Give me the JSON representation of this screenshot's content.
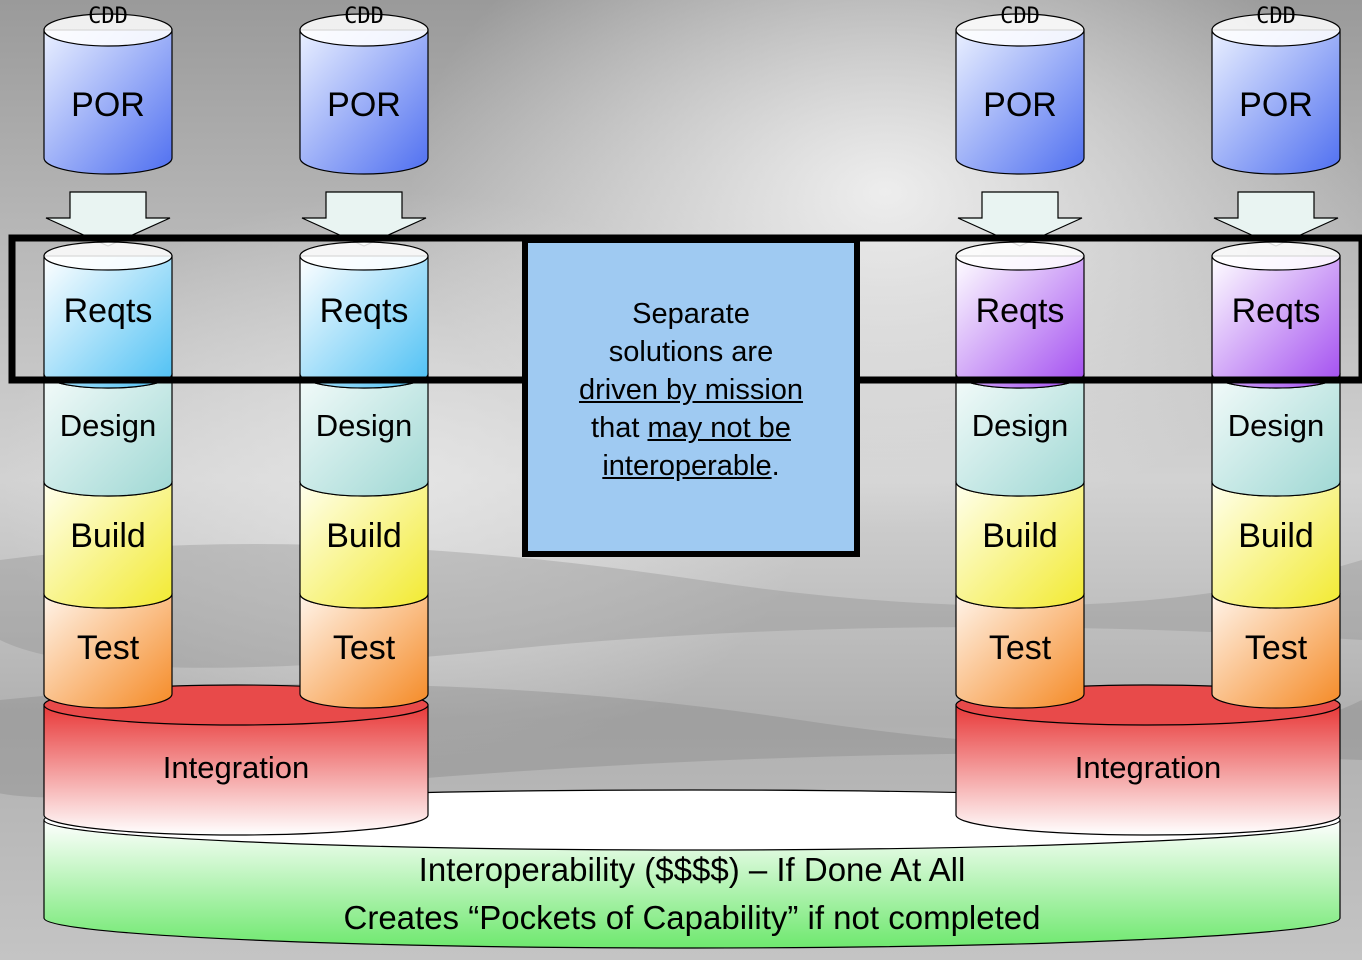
{
  "columns": [
    {
      "cdd_label": "CDD",
      "por_label": "POR",
      "reqts_label": "Reqts",
      "design_label": "Design",
      "build_label": "Build",
      "test_label": "Test"
    },
    {
      "cdd_label": "CDD",
      "por_label": "POR",
      "reqts_label": "Reqts",
      "design_label": "Design",
      "build_label": "Build",
      "test_label": "Test"
    },
    {
      "cdd_label": "CDD",
      "por_label": "POR",
      "reqts_label": "Reqts",
      "design_label": "Design",
      "build_label": "Build",
      "test_label": "Test"
    },
    {
      "cdd_label": "CDD",
      "por_label": "POR",
      "reqts_label": "Reqts",
      "design_label": "Design",
      "build_label": "Build",
      "test_label": "Test"
    }
  ],
  "integration": {
    "left_label": "Integration",
    "right_label": "Integration"
  },
  "callout": {
    "line1": "Separate",
    "line2": "solutions are",
    "line3": "driven by mission",
    "line4_prefix": "that ",
    "line4_underlined": "may not be",
    "line5_underlined": "interoperable",
    "line5_suffix": "."
  },
  "interoperability": {
    "line1": "Interoperability ($$$$) – If Done At All",
    "line2": "Creates “Pockets of Capability” if not completed"
  },
  "colors": {
    "por_top": "#eaf0ff",
    "por_bottom": "#4f6ff0",
    "reqts_blue_bottom": "#4cc0f4",
    "reqts_purple_bottom": "#a24cf0",
    "design": "#9fd8d4",
    "build": "#f2ea30",
    "test": "#f58a25",
    "integration_top": "#e83838",
    "interop": "#6ee86e",
    "callout": "#9fcaf2"
  }
}
